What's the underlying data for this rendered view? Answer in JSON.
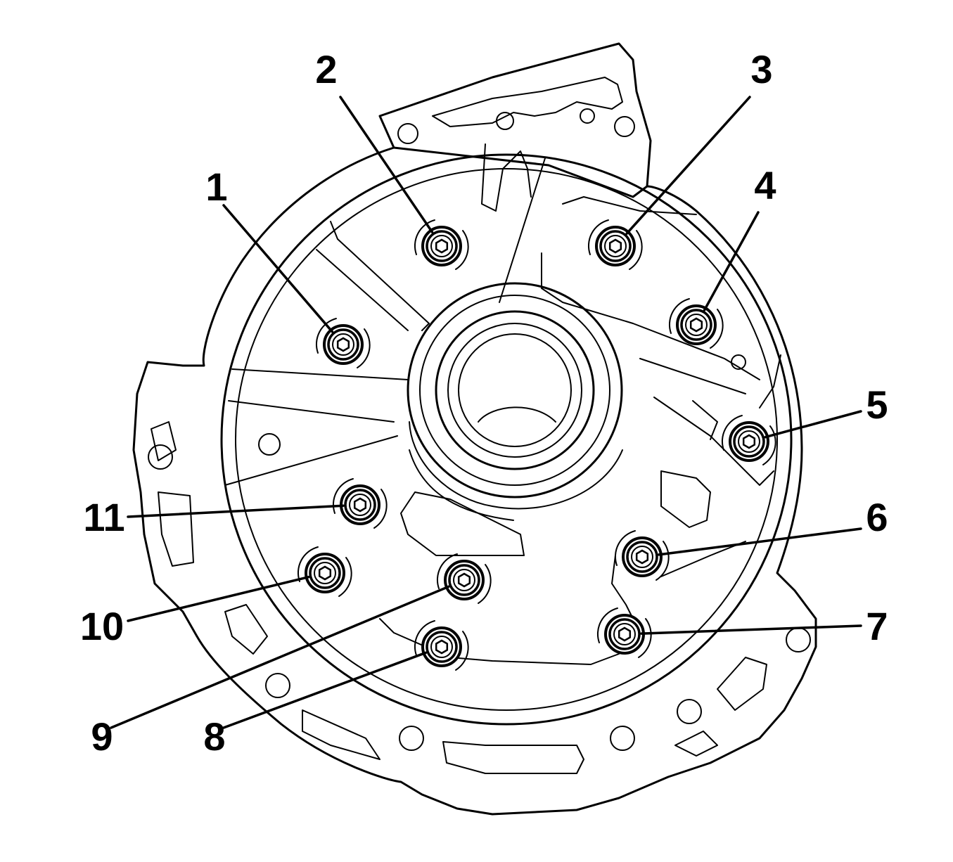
{
  "figure": {
    "callouts": [
      {
        "id": 1,
        "label": "1"
      },
      {
        "id": 2,
        "label": "2"
      },
      {
        "id": 3,
        "label": "3"
      },
      {
        "id": 4,
        "label": "4"
      },
      {
        "id": 5,
        "label": "5"
      },
      {
        "id": 6,
        "label": "6"
      },
      {
        "id": 7,
        "label": "7"
      },
      {
        "id": 8,
        "label": "8"
      },
      {
        "id": 9,
        "label": "9"
      },
      {
        "id": 10,
        "label": "10"
      },
      {
        "id": 11,
        "label": "11"
      }
    ],
    "colors": {
      "ink": "#000000",
      "background": "#ffffff"
    }
  }
}
